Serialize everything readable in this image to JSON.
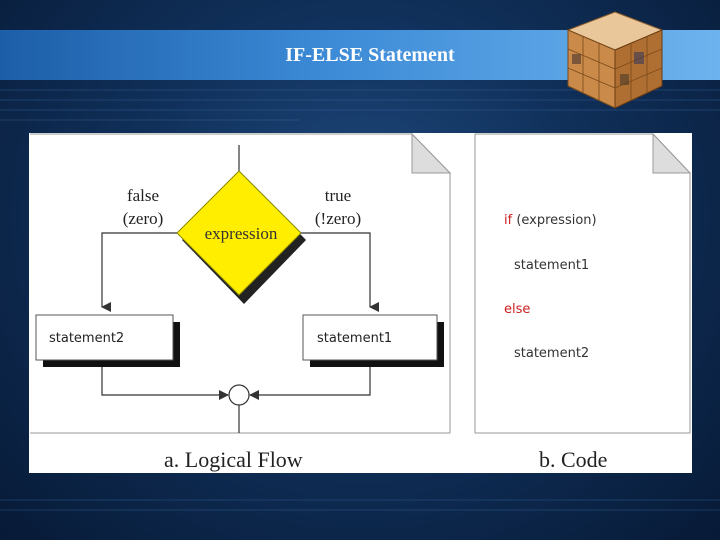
{
  "slide": {
    "title": "IF-ELSE Statement"
  },
  "flow": {
    "decision": "expression",
    "false_label_1": "false",
    "false_label_2": "(zero)",
    "true_label_1": "true",
    "true_label_2": "(!zero)",
    "left_statement": "statement2",
    "right_statement": "statement1",
    "caption": "a. Logical Flow"
  },
  "code": {
    "if_keyword": "if",
    "if_condition": " (expression)",
    "statement_true": "statement1",
    "else_keyword": "else",
    "statement_false": "statement2",
    "caption": "b. Code"
  },
  "colors": {
    "decision_fill": "#ffee00",
    "keyword": "#cc1f1f",
    "title_band": "#3c8ad6"
  }
}
